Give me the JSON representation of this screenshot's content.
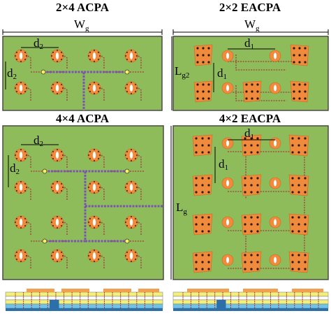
{
  "panels": {
    "p1": {
      "title": "2×4 ACPA",
      "width_label": "W",
      "width_sub": "g",
      "spacing_x_label": "d",
      "spacing_x_sub": "2",
      "spacing_y_label": "d",
      "spacing_y_sub": "2"
    },
    "p2": {
      "title": "2×2 EACPA",
      "width_label": "W",
      "width_sub": "g",
      "length_label": "L",
      "length_sub": "g2",
      "spacing_x_label": "d",
      "spacing_x_sub": "1",
      "spacing_y_label": "d",
      "spacing_y_sub": "1"
    },
    "p3": {
      "title": "4×4 ACPA",
      "spacing_x_label": "d",
      "spacing_x_sub": "2",
      "spacing_y_label": "d",
      "spacing_y_sub": "2"
    },
    "p4": {
      "title": "4×2 EACPA",
      "length_label": "L",
      "length_sub": "g",
      "spacing_x_label": "d",
      "spacing_x_sub": "1",
      "spacing_y_label": "d",
      "spacing_y_sub": "1"
    }
  },
  "colors": {
    "board": "#8fbc5b",
    "board_border": "#4a4a4a",
    "patch": "#f08a3c",
    "feed_line": "#a05040",
    "trunk_line": "#7a55b0",
    "pin": "#ffffff",
    "via": "#5a3020",
    "junction": "#f5f060",
    "stack_yellow": "#f2f07a",
    "stack_cyan": "#6fc3e6",
    "stack_blue": "#2d6fa8",
    "stack_copper": "#f0a050"
  }
}
